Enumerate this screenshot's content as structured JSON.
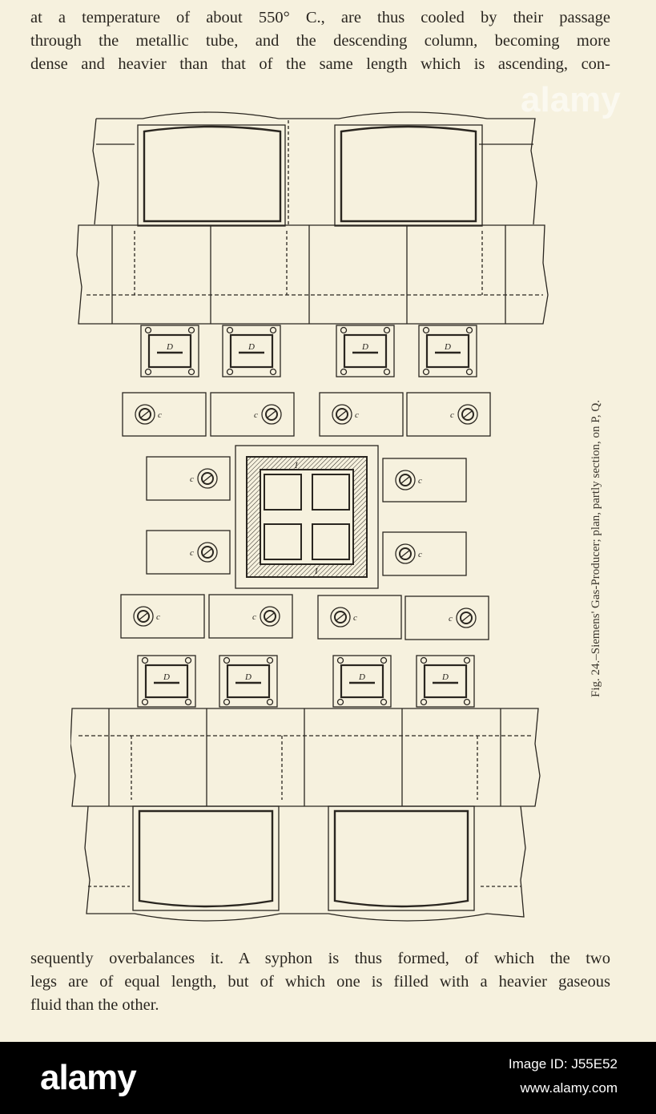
{
  "paragraph_top": {
    "lines": [
      "at a temperature of about 550° C., are thus cooled by their passage",
      "through the metallic tube, and the descending column, becoming more",
      "dense and heavier than that of the same length which is ascending, con-"
    ]
  },
  "figure": {
    "caption": "Fig. 24.–Siemens' Gas-Producer; plan, partly section, on P, Q.",
    "labels": {
      "valve": "c",
      "door": "D",
      "section": "I"
    }
  },
  "paragraph_bottom": {
    "lines": [
      "sequently overbalances it. A syphon is thus formed, of which the two",
      "legs are of equal length, but of which one is filled with a heavier gaseous",
      "fluid than the other."
    ]
  },
  "footer": {
    "brand": "alamy",
    "image_id": "Image ID: J55E52",
    "site": "www.alamy.com"
  },
  "colors": {
    "paper": "#f6f1de",
    "ink": "#2a2620",
    "banner": "#000000"
  }
}
